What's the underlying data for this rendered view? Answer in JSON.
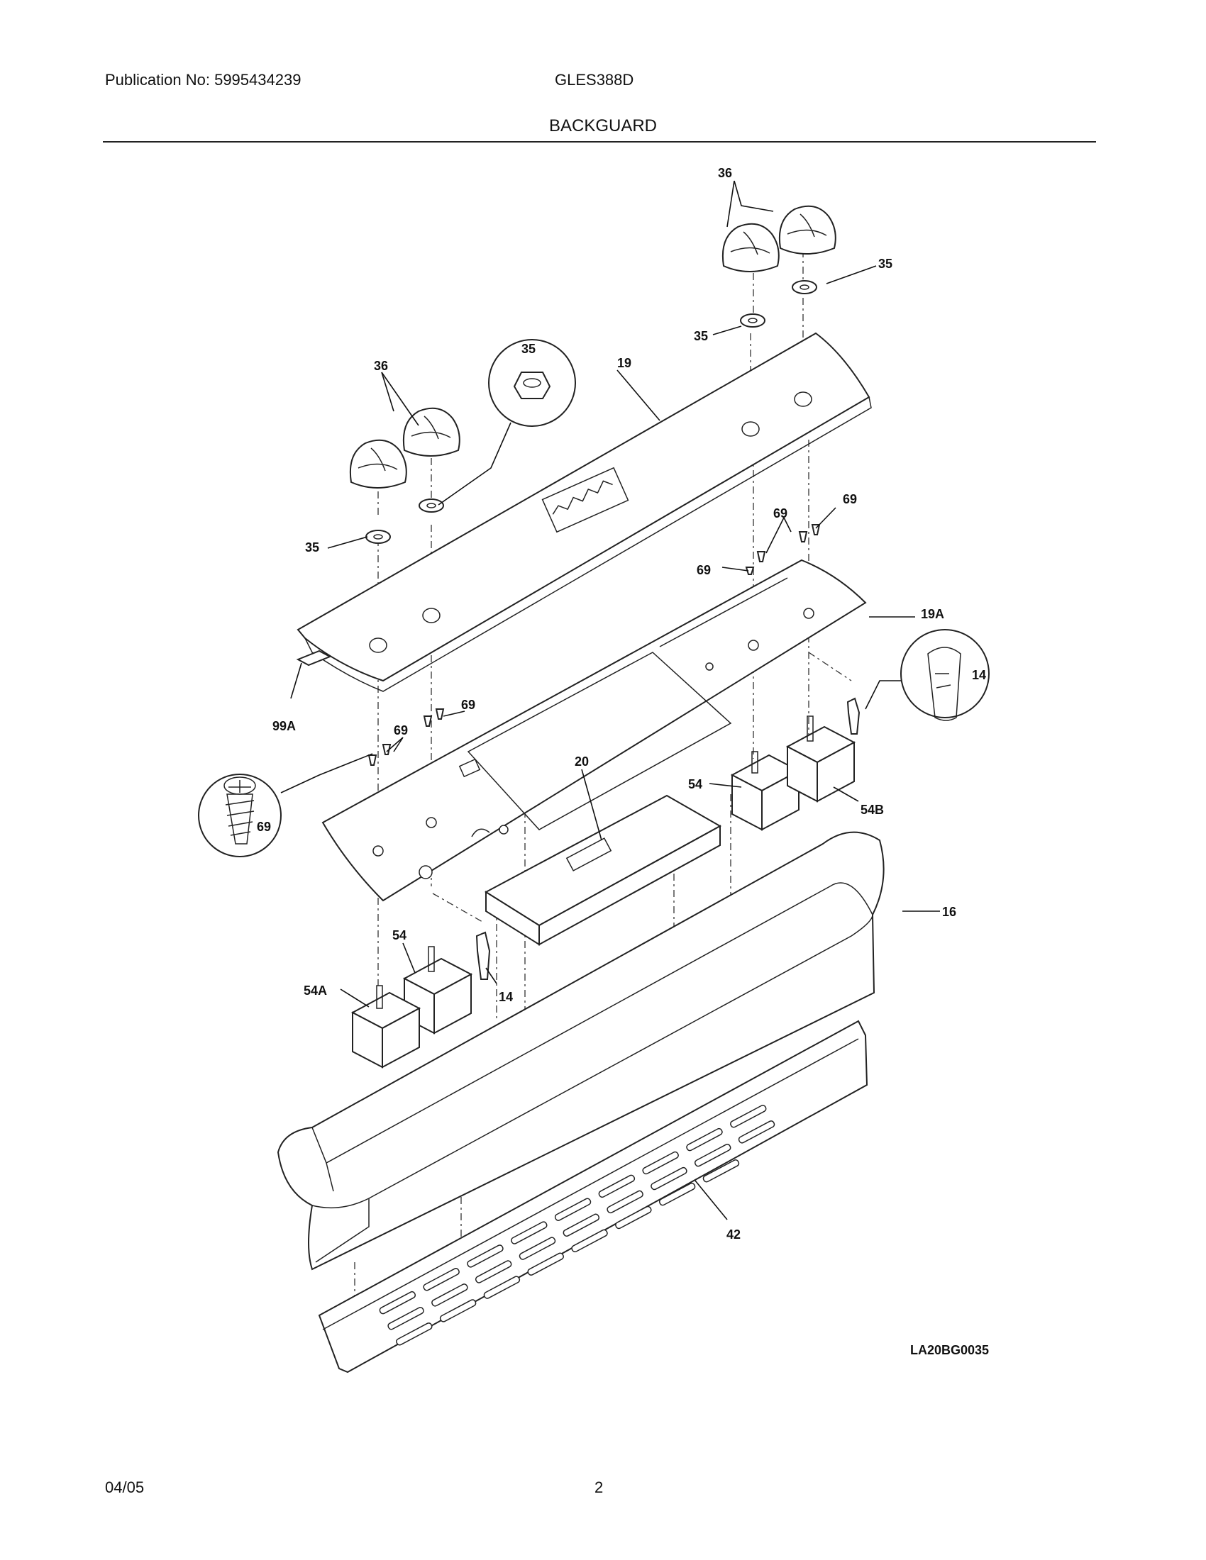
{
  "header": {
    "publication": "Publication No: 5995434239",
    "model": "GLES388D",
    "title": "BACKGUARD"
  },
  "footer": {
    "date": "04/05",
    "page": "2"
  },
  "drawing_code": "LA20BG0035",
  "callouts": {
    "c36_top": "36",
    "c35_top_right": "35",
    "c35_top_mid": "35",
    "c36_left": "36",
    "c35_circle": "35",
    "c19": "19",
    "c35_left": "35",
    "c69_a": "69",
    "c69_b": "69",
    "c69_c": "69",
    "c19A": "19A",
    "c14_circle": "14",
    "c99A": "99A",
    "c69_d": "69",
    "c69_e": "69",
    "c69_circle": "69",
    "c20": "20",
    "c54_right": "54",
    "c54B": "54B",
    "c16": "16",
    "c54_left": "54",
    "c54A": "54A",
    "c14_left": "14",
    "c42": "42"
  }
}
